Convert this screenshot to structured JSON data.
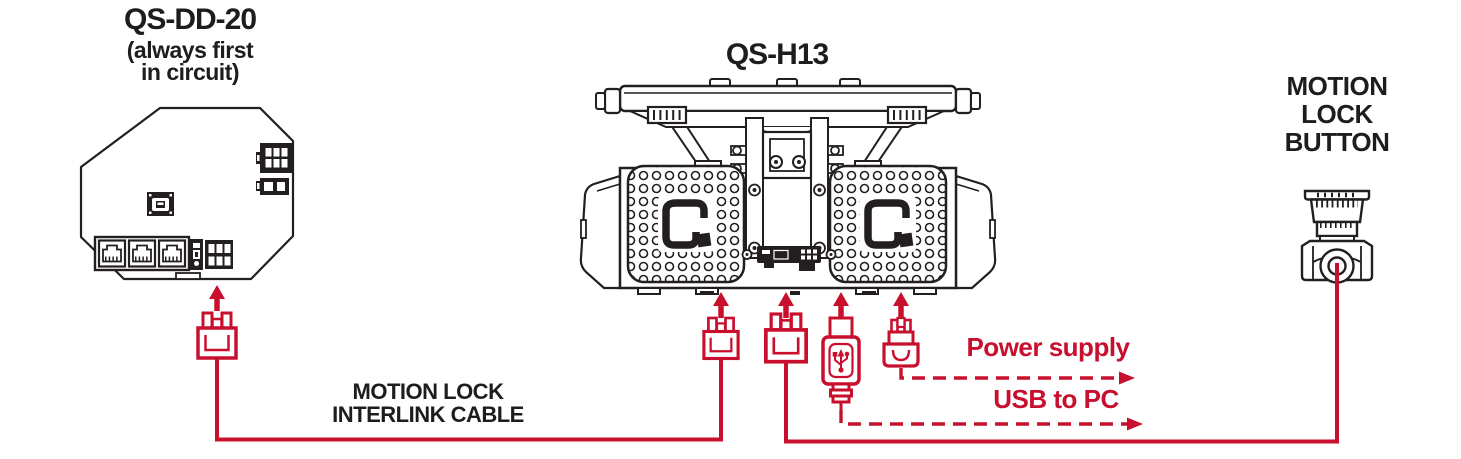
{
  "palette": {
    "red": "#C8102E",
    "ink": "#231F20",
    "background": "#FFFFFF"
  },
  "left_device": {
    "title": "QS-DD-20",
    "subtitle_lines": [
      "(always first",
      "in circuit)"
    ]
  },
  "center_device": {
    "title": "QS-H13"
  },
  "right_device": {
    "title_lines": [
      "MOTION",
      "LOCK",
      "BUTTON"
    ]
  },
  "cable_labels": {
    "interlink_lines": [
      "MOTION LOCK",
      "INTERLINK CABLE"
    ],
    "power": "Power supply",
    "usb": "USB to PC"
  },
  "icons": {
    "up_arrow": "arrow-up-icon",
    "interlink_plug": "interlink-plug-icon",
    "usb_plug": "usb-plug-icon",
    "power_plug": "power-plug-icon",
    "estop": "emergency-stop-button-icon"
  }
}
